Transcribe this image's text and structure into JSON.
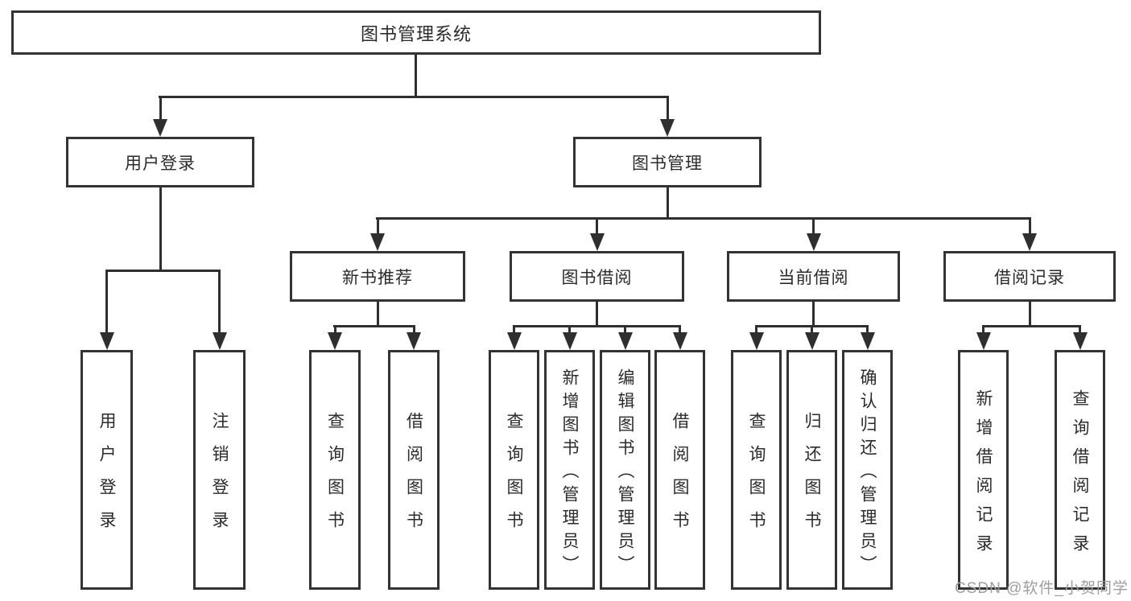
{
  "tree": {
    "label": "图书管理系统",
    "children": [
      {
        "label": "用户登录",
        "children": [
          {
            "label": "用户登录"
          },
          {
            "label": "注销登录"
          }
        ]
      },
      {
        "label": "图书管理",
        "children": [
          {
            "label": "新书推荐",
            "children": [
              {
                "label": "查询图书"
              },
              {
                "label": "借阅图书"
              }
            ]
          },
          {
            "label": "图书借阅",
            "children": [
              {
                "label": "查询图书"
              },
              {
                "label": "新增图书（管理员）"
              },
              {
                "label": "编辑图书（管理员）"
              },
              {
                "label": "借阅图书"
              }
            ]
          },
          {
            "label": "当前借阅",
            "children": [
              {
                "label": "查询图书"
              },
              {
                "label": "归还图书"
              },
              {
                "label": "确认归还（管理员）"
              }
            ]
          },
          {
            "label": "借阅记录",
            "children": [
              {
                "label": "新增借阅记录"
              },
              {
                "label": "查询借阅记录"
              }
            ]
          }
        ]
      }
    ]
  },
  "watermark": {
    "text": "CSDN @软件_小贺同学"
  },
  "colors": {
    "line": "#2f2f2f",
    "border": "#333333",
    "text": "#2b2b2b",
    "watermark": "#9e9e9e",
    "background": "#ffffff"
  }
}
